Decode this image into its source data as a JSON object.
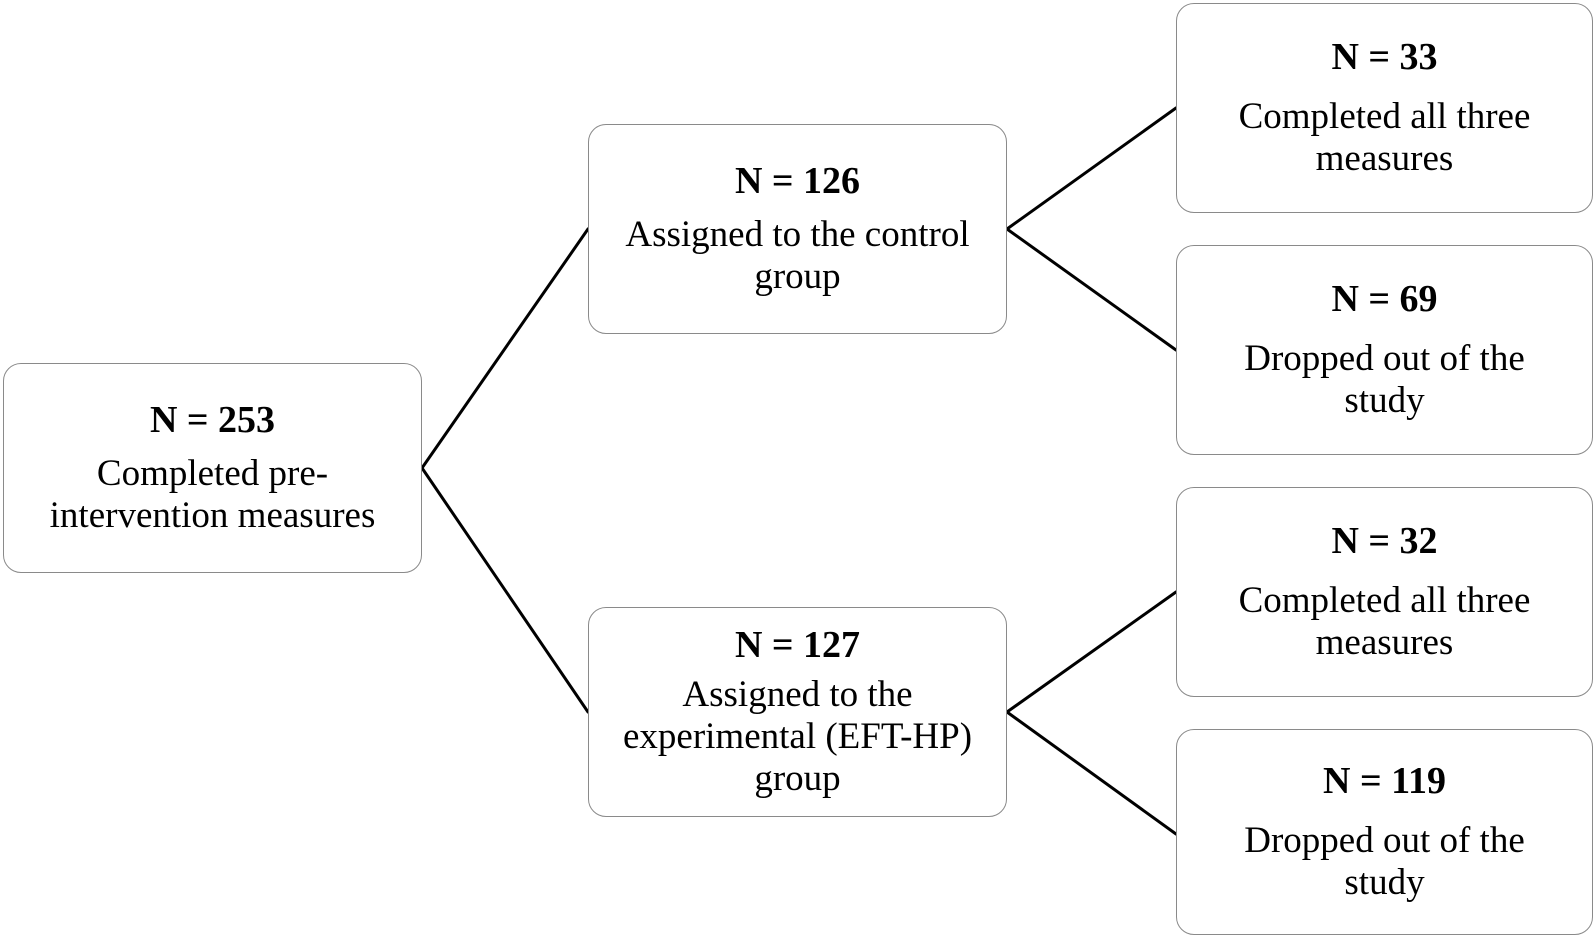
{
  "diagram": {
    "root": {
      "count": "N = 253",
      "desc": [
        "Completed pre-",
        "intervention measures"
      ]
    },
    "control": {
      "count": "N = 126",
      "desc": [
        "Assigned to the control",
        "group"
      ]
    },
    "experimental": {
      "count": "N = 127",
      "desc": [
        "Assigned to the",
        "experimental (EFT-HP)",
        "group"
      ]
    },
    "control_completed": {
      "count": "N = 33",
      "desc": [
        "Completed all three",
        "measures"
      ]
    },
    "control_dropped": {
      "count": "N = 69",
      "desc": [
        "Dropped out of the",
        "study"
      ]
    },
    "experimental_completed": {
      "count": "N = 32",
      "desc": [
        "Completed all three",
        "measures"
      ]
    },
    "experimental_dropped": {
      "count": "N = 119",
      "desc": [
        "Dropped out of the",
        "study"
      ]
    },
    "edges": [
      {
        "from": "root",
        "to": "control"
      },
      {
        "from": "root",
        "to": "experimental"
      },
      {
        "from": "control",
        "to": "control_completed"
      },
      {
        "from": "control",
        "to": "control_dropped"
      },
      {
        "from": "experimental",
        "to": "experimental_completed"
      },
      {
        "from": "experimental",
        "to": "experimental_dropped"
      }
    ]
  }
}
